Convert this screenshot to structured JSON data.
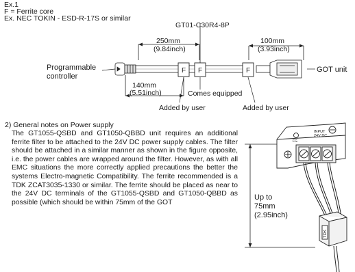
{
  "example": {
    "line1": "Ex.1",
    "line2": "F = Ferrite core",
    "line3": "Ex. NEC TOKIN - ESD-R-17S or similar"
  },
  "cable_diagram": {
    "cable_model": "GT01-C30R4-8P",
    "dim_250": "250mm",
    "dim_250_in": "(9.84inch)",
    "dim_100": "100mm",
    "dim_100_in": "(3.93inch)",
    "dim_140": "140mm",
    "dim_140_in": "(5.51inch)",
    "plc_label_1": "Programmable",
    "plc_label_2": "controller",
    "got_label": "GOT unit",
    "ferrite_mark": "F",
    "comes_equipped": "Comes equipped",
    "added_by_user_left": "Added by user",
    "added_by_user_right": "Added by user"
  },
  "section": {
    "heading": "2) General notes on Power supply",
    "body": "The GT1055-QSBD and GT1050-QBBD unit requires an additional ferrite filter to be attached to the 24V DC power supply cables. The filter should be attached in a similar manner as shown in the figure opposite, i.e. the power cables are wrapped around the filter. However, as with all EMC situations the more correctly applied precautions the better the systems Electro-magnetic Compatibility. The ferrite recommended is a TDK ZCAT3035-1330 or similar. The ferrite should be placed as near to the 24V DC terminals of the GT1055-QSBD and GT1050-QBBD as possible (which should be within 75mm of the GOT"
  },
  "power_diagram": {
    "up_to_1": "Up to",
    "up_to_2": "75mm",
    "up_to_3": "(2.95inch)",
    "input_1": "INPUT",
    "input_2": "24V DC",
    "fg_mark": "FG",
    "tdk_label": "TDK"
  }
}
